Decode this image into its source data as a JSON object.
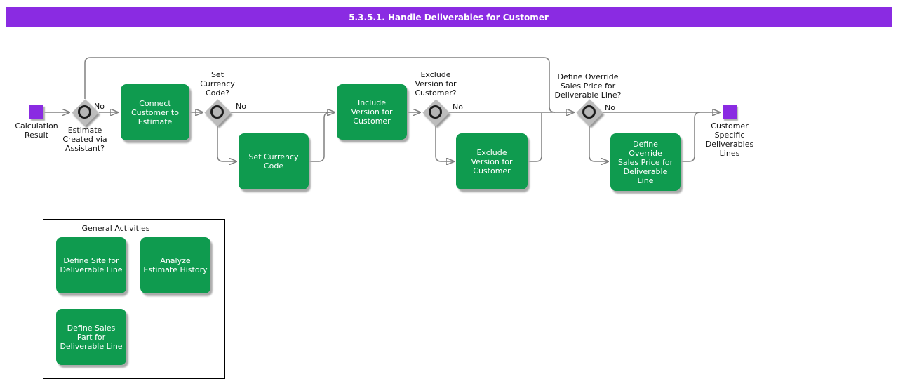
{
  "title_bar": {
    "text": "5.3.5.1. Handle Deliverables for Customer"
  },
  "colors": {
    "title_bar_bg": "#8A2BE2",
    "event_node_purple": "#8A2BE2",
    "activity_green": "#0F9B4F",
    "connector_gray": "#808080",
    "gateway_gray": "#BCBCBC"
  },
  "flow": {
    "start_label": "Calculation\nResult",
    "end_label": "Customer\nSpecific\nDeliverables\nLines",
    "gateways": [
      {
        "question": "Estimate\nCreated via\nAssistant?",
        "branch": "No"
      },
      {
        "question": "Set\nCurrency\nCode?",
        "branch": "No"
      },
      {
        "question": "Exclude\nVersion for\nCustomer?",
        "branch": "No"
      },
      {
        "question": "Define Override\nSales Price for\nDeliverable Line?",
        "branch": "No"
      }
    ],
    "activities": [
      {
        "label": "Connect\nCustomer to\nEstimate"
      },
      {
        "label": "Set Currency\nCode"
      },
      {
        "label": "Include\nVersion for\nCustomer"
      },
      {
        "label": "Exclude\nVersion for\nCustomer"
      },
      {
        "label": "Define\nOverride\nSales Price for\nDeliverable\nLine"
      }
    ]
  },
  "general_activities": {
    "title": "General Activities",
    "items": [
      {
        "label": "Define Site for\nDeliverable Line"
      },
      {
        "label": "Analyze\nEstimate History"
      },
      {
        "label": "Define Sales\nPart for\nDeliverable Line"
      }
    ]
  }
}
